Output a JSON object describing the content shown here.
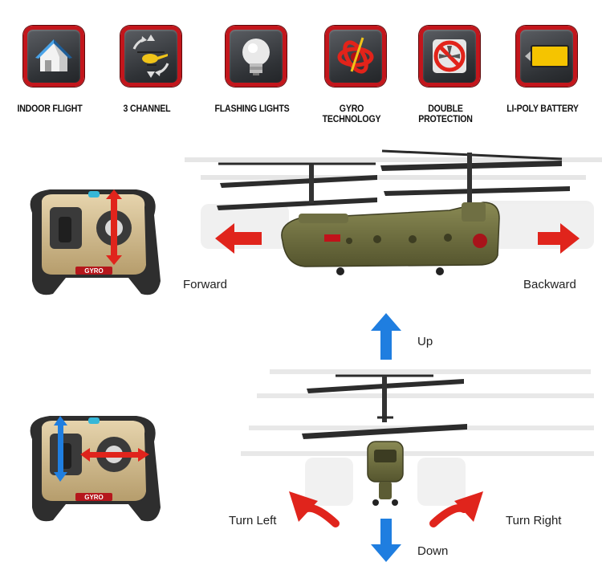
{
  "features": [
    {
      "label": "INDOOR FLIGHT",
      "icon": "house-icon"
    },
    {
      "label": "3 CHANNEL",
      "icon": "helicopter-rotate-icon"
    },
    {
      "label": "FLASHING LIGHTS",
      "icon": "light-bulb-icon"
    },
    {
      "label": "GYRO TECHNOLOGY",
      "line1": "GYRO",
      "line2": "TECHNOLOGY",
      "icon": "gyro-icon"
    },
    {
      "label": "DOUBLE PROTECTION",
      "line1": "DOUBLE",
      "line2": "PROTECTION",
      "icon": "no-fan-icon"
    },
    {
      "label": "LI-POLY BATTERY",
      "icon": "battery-icon"
    }
  ],
  "controller_logo": "GYRO",
  "controls": {
    "forward": "Forward",
    "backward": "Backward",
    "up": "Up",
    "down": "Down",
    "turn_left": "Turn Left",
    "turn_right": "Turn Right"
  },
  "colors": {
    "tile_border": "#c3161c",
    "arrow_red": "#e0241c",
    "arrow_blue": "#1f7ee0",
    "helicopter_green": "#6b6a3c",
    "battery_yellow": "#f5c400"
  }
}
